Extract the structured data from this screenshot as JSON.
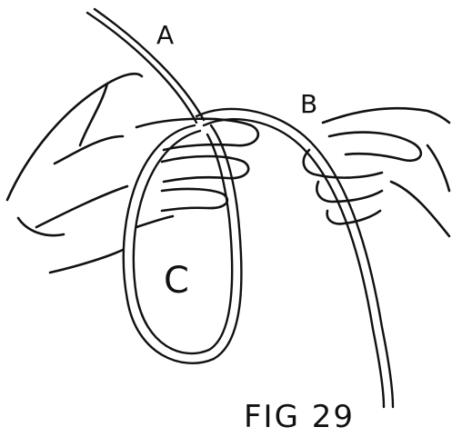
{
  "figure": {
    "labels": {
      "a": "A",
      "b": "B",
      "c": "C"
    },
    "caption": "FIG 29"
  }
}
